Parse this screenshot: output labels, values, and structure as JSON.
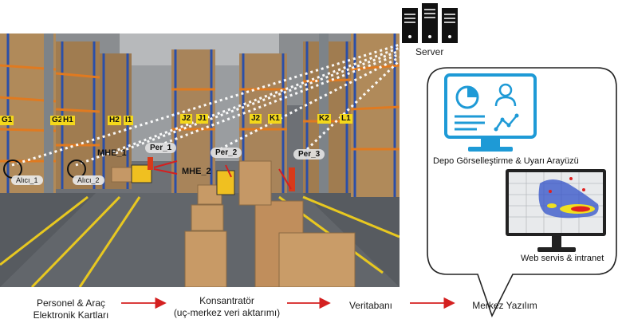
{
  "server": {
    "label": "Server"
  },
  "photo": {
    "rack_labels": [
      "G1",
      "G2",
      "H1",
      "H2",
      "I1",
      "J2",
      "J1",
      "J2",
      "K1",
      "K2",
      "L1"
    ],
    "receivers": [
      "Alıcı_1",
      "Alıcı_2"
    ],
    "vehicles": [
      "MHE_1",
      "MHE_2"
    ],
    "personnel": [
      "Per_1",
      "Per_2",
      "Per_3"
    ]
  },
  "flow": {
    "step1": {
      "line1": "Personel & Araç",
      "line2": "Elektronik Kartları"
    },
    "step2": {
      "line1": "Konsantratör",
      "line2": "(uç-merkez veri aktarımı)"
    },
    "step3": {
      "line1": "Veritabanı"
    },
    "step4": {
      "line1": "Merkez Yazılım"
    }
  },
  "panel": {
    "monitor1_caption": "Depo Görselleştirme & Uyarı Arayüzü",
    "monitor2_caption": "Web servis & intranet"
  },
  "colors": {
    "arrow": "#d42020",
    "icon_blue": "#1e9ad6",
    "rack_label_bg": "#f4d81b",
    "heatmap_red": "#e02020",
    "heatmap_yellow": "#f0e020",
    "heatmap_blue": "#3050c8"
  },
  "icons": [
    "server-icon",
    "monitor-dashboard-icon",
    "pie-chart-icon",
    "user-icon",
    "line-chart-icon",
    "monitor-heatmap-icon"
  ]
}
